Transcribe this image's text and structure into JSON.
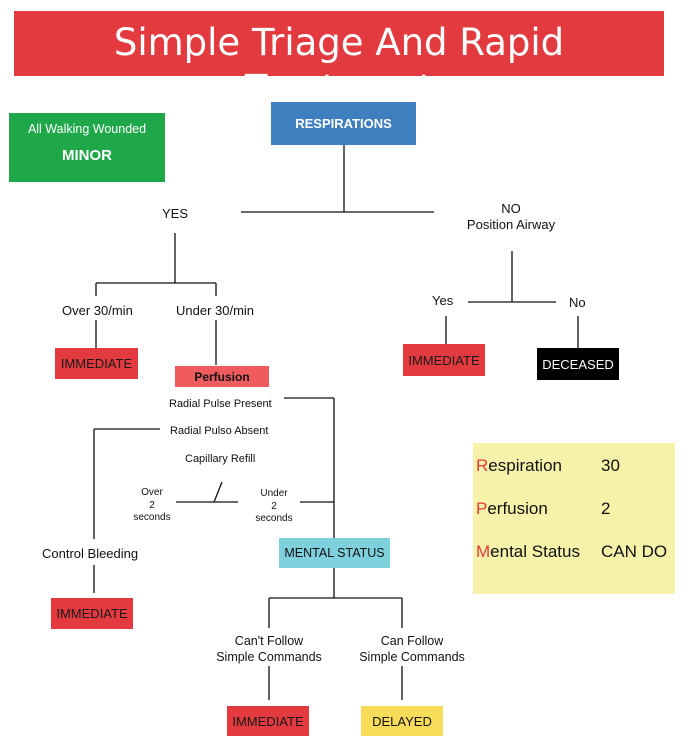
{
  "title": "Simple Triage And Rapid Treatment",
  "walking_box": {
    "line1": "All Walking Wounded",
    "line2": "MINOR"
  },
  "respirations_label": "RESPIRATIONS",
  "yes_label": "YES",
  "no_label": "NO",
  "position_airway_label": "Position Airway",
  "over30_label": "Over 30/min",
  "under30_label": "Under 30/min",
  "immediate_label": "IMMEDIATE",
  "perfusion_label": "Perfusion",
  "airway_yes_label": "Yes",
  "airway_no_label": "No",
  "deceased_label": "DECEASED",
  "radial_present_label": "Radial Pulse Present",
  "radial_absent_label": "Radial Pulso Absent",
  "capillary_refill_label": "Capillary Refill",
  "over2": {
    "line1": "Over",
    "line2": "2",
    "line3": "seconds"
  },
  "under2": {
    "line1": "Under",
    "line2": "2",
    "line3": "seconds"
  },
  "control_bleeding_label": "Control Bleeding",
  "mental_status_label": "MENTAL STATUS",
  "cant_follow": {
    "line1": "Can't Follow",
    "line2": "Simple Commands"
  },
  "can_follow": {
    "line1": "Can Follow",
    "line2": "Simple Commands"
  },
  "delayed_label": "DELAYED",
  "legend": {
    "respiration": {
      "initial": "R",
      "rest": "espiration",
      "value": "30"
    },
    "perfusion": {
      "initial": "P",
      "rest": "erfusion",
      "value": "2"
    },
    "mental_status": {
      "initial": "M",
      "rest": "ental Status",
      "value": "CAN DO"
    }
  },
  "colors": {
    "red": "#e23a3f",
    "blue": "#3f7fc0",
    "green": "#1fa849",
    "cyan": "#7dd0dc",
    "yellow": "#f7dc59",
    "legend_bg": "#f6f2aa",
    "perfusion_bg": "#ef5b5f"
  }
}
